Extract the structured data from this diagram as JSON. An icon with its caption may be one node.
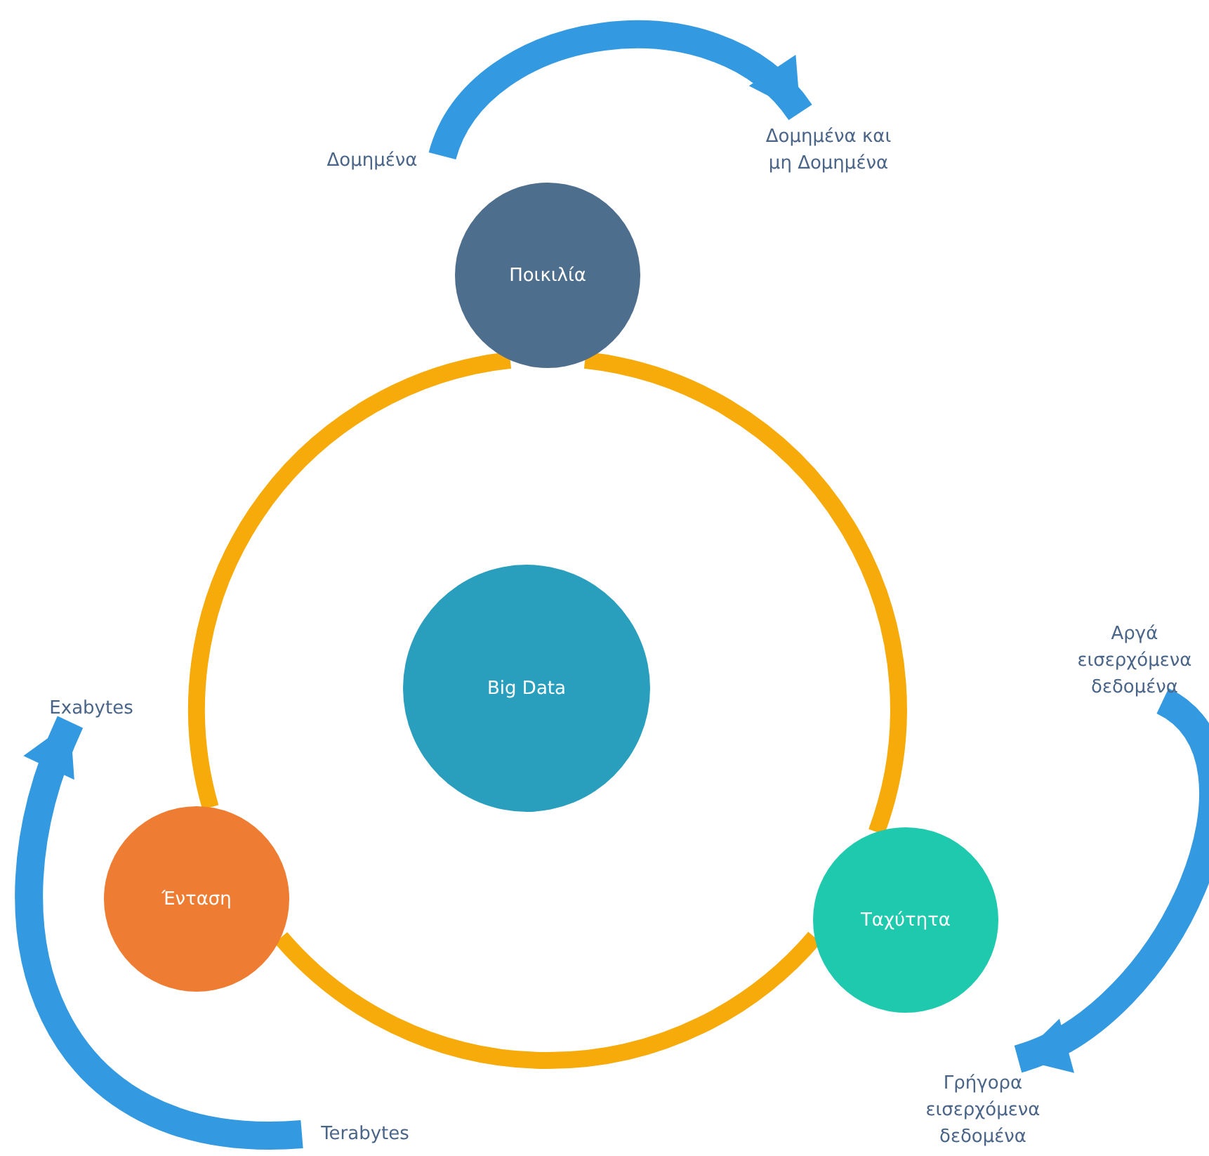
{
  "diagram": {
    "nodes": [
      {
        "text": [
          "Big Data"
        ]
      },
      {
        "text": [
          "Ποικιλία"
        ]
      },
      {
        "text": [
          "Ταχύτητα"
        ]
      },
      {
        "text": [
          "Ένταση"
        ]
      },
      {
        "text": [
          "Δομημένα"
        ]
      },
      {
        "text": [
          "Δομημένα και μη Δομημένα"
        ]
      },
      {
        "text": [
          "Αργά εισερχόμενα δεδομένα"
        ]
      },
      {
        "text": [
          "Γρήγορα εισερχόμενα δεδομένα"
        ]
      },
      {
        "text": [
          "Exabytes"
        ]
      },
      {
        "text": [
          "Terabytes"
        ]
      }
    ],
    "edges": [
      {
        "from": 1,
        "to": 2,
        "arrow": "none",
        "color": "#f7ab0a"
      },
      {
        "from": 2,
        "to": 3,
        "arrow": "none",
        "color": "#f7ab0a"
      },
      {
        "from": 3,
        "to": 1,
        "arrow": "none",
        "color": "#f7ab0a"
      },
      {
        "from": 4,
        "to": 5,
        "arrow": "to",
        "color": "#3399e0"
      },
      {
        "from": 6,
        "to": 7,
        "arrow": "to",
        "color": "#3399e0"
      },
      {
        "from": 9,
        "to": 8,
        "arrow": "to",
        "color": "#3399e0"
      }
    ]
  }
}
